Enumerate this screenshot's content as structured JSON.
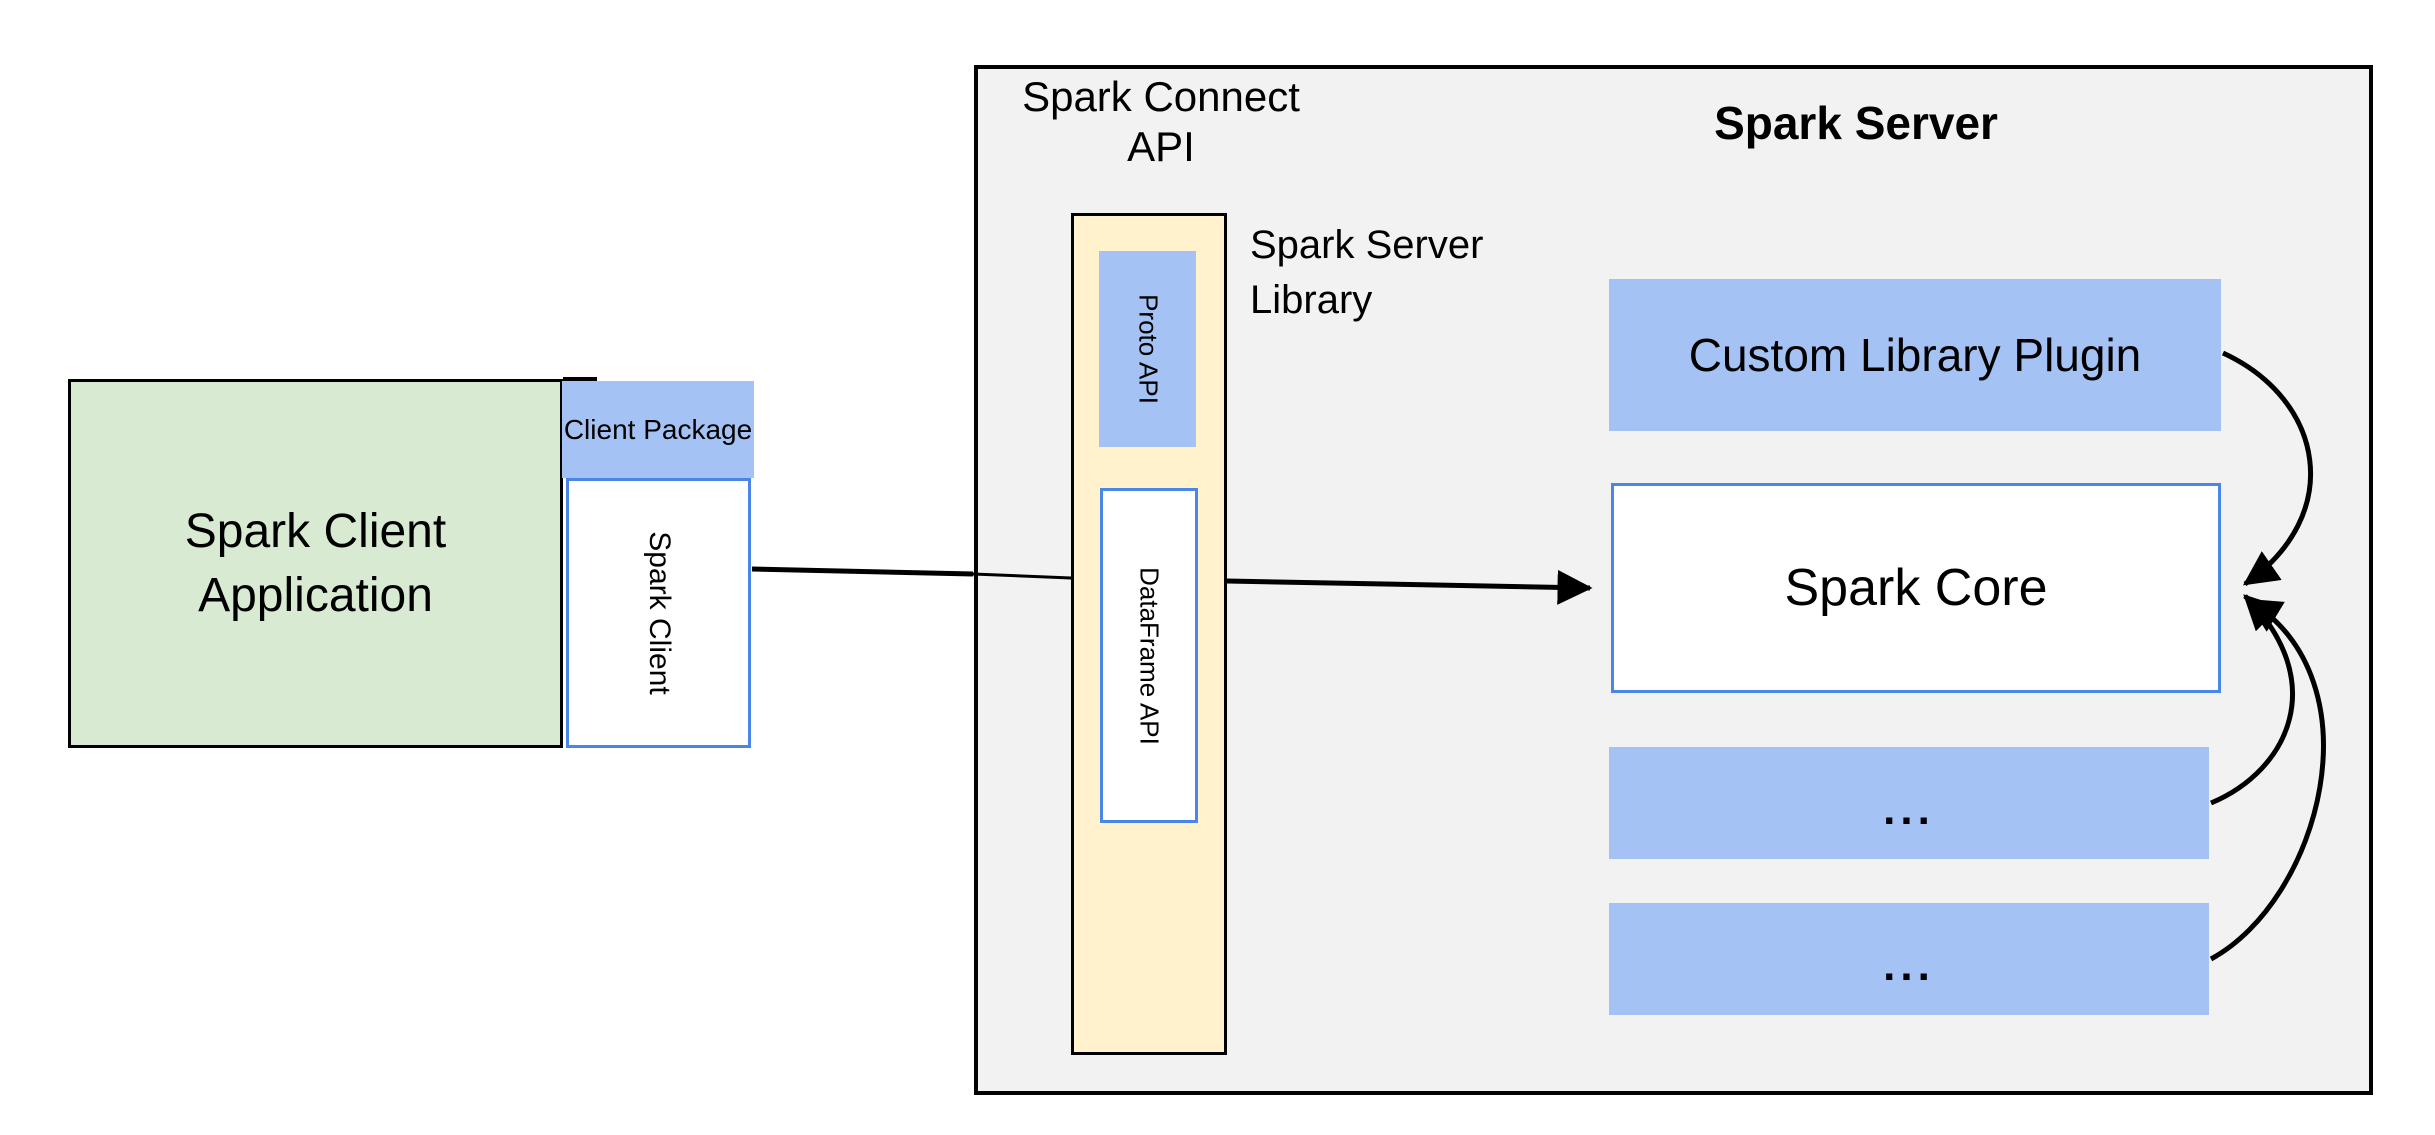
{
  "client": {
    "app_label": "Spark Client Application",
    "package_label": "Client Package",
    "client_label": "Spark Client"
  },
  "connect_api": {
    "title": "Spark Connect API",
    "proto_label": "Proto API",
    "dataframe_label": "DataFrame API",
    "library_label": "Spark Server Library"
  },
  "server": {
    "title": "Spark Server",
    "plugin_label": "Custom Library Plugin",
    "core_label": "Spark Core",
    "ellipsis_1": "...",
    "ellipsis_2": "..."
  },
  "colors": {
    "blue_fill": "#a4c2f4",
    "blue_border": "#4a86e8",
    "green_fill": "#d9ead3",
    "cream_fill": "#fff2cc",
    "gray_fill": "#f2f2f2",
    "line": "#000000"
  }
}
